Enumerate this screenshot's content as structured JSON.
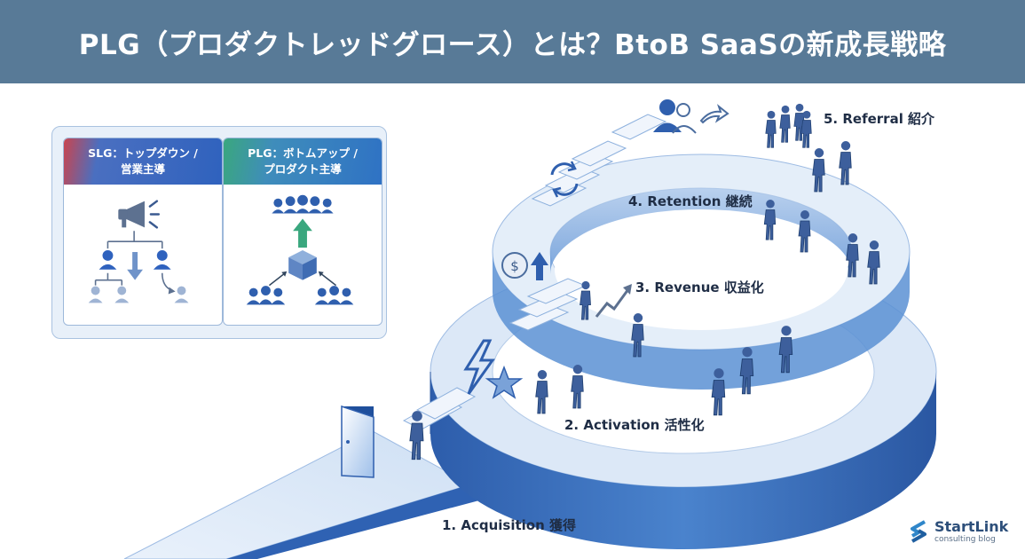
{
  "header": {
    "title": "PLG（プロダクトレッドグロース）とは？BtoB SaaSの新成長戦略"
  },
  "comparison": {
    "slg": {
      "title_line1": "SLG：トップダウン /",
      "title_line2": "営業主導",
      "icon": "megaphone-top-down-hierarchy",
      "accent": "#2f62be"
    },
    "plg": {
      "title_line1": "PLG：ボトムアップ /",
      "title_line2": "プロダクト主導",
      "icon": "product-box-bottom-up",
      "accent": "#3aa77e"
    }
  },
  "funnel_stages": [
    {
      "label": "1. Acquisition 獲得",
      "icon": "open-door-icon"
    },
    {
      "label": "2. Activation 活性化",
      "icon": "lightning-star-icon"
    },
    {
      "label": "3. Revenue 収益化",
      "icon": "dollar-coin-icon"
    },
    {
      "label": "4. Retention 継続",
      "icon": "refresh-cycle-icon"
    },
    {
      "label": "5. Referral 紹介",
      "icon": "user-share-icon"
    }
  ],
  "colors": {
    "header_bg": "#587a97",
    "ramp_dark": "#2f5fae",
    "ramp_mid": "#4d86cf",
    "ramp_light": "#c7daf1",
    "people": "#3d5f9c"
  },
  "brand": {
    "name": "StartLink",
    "tagline": "consulting blog"
  }
}
